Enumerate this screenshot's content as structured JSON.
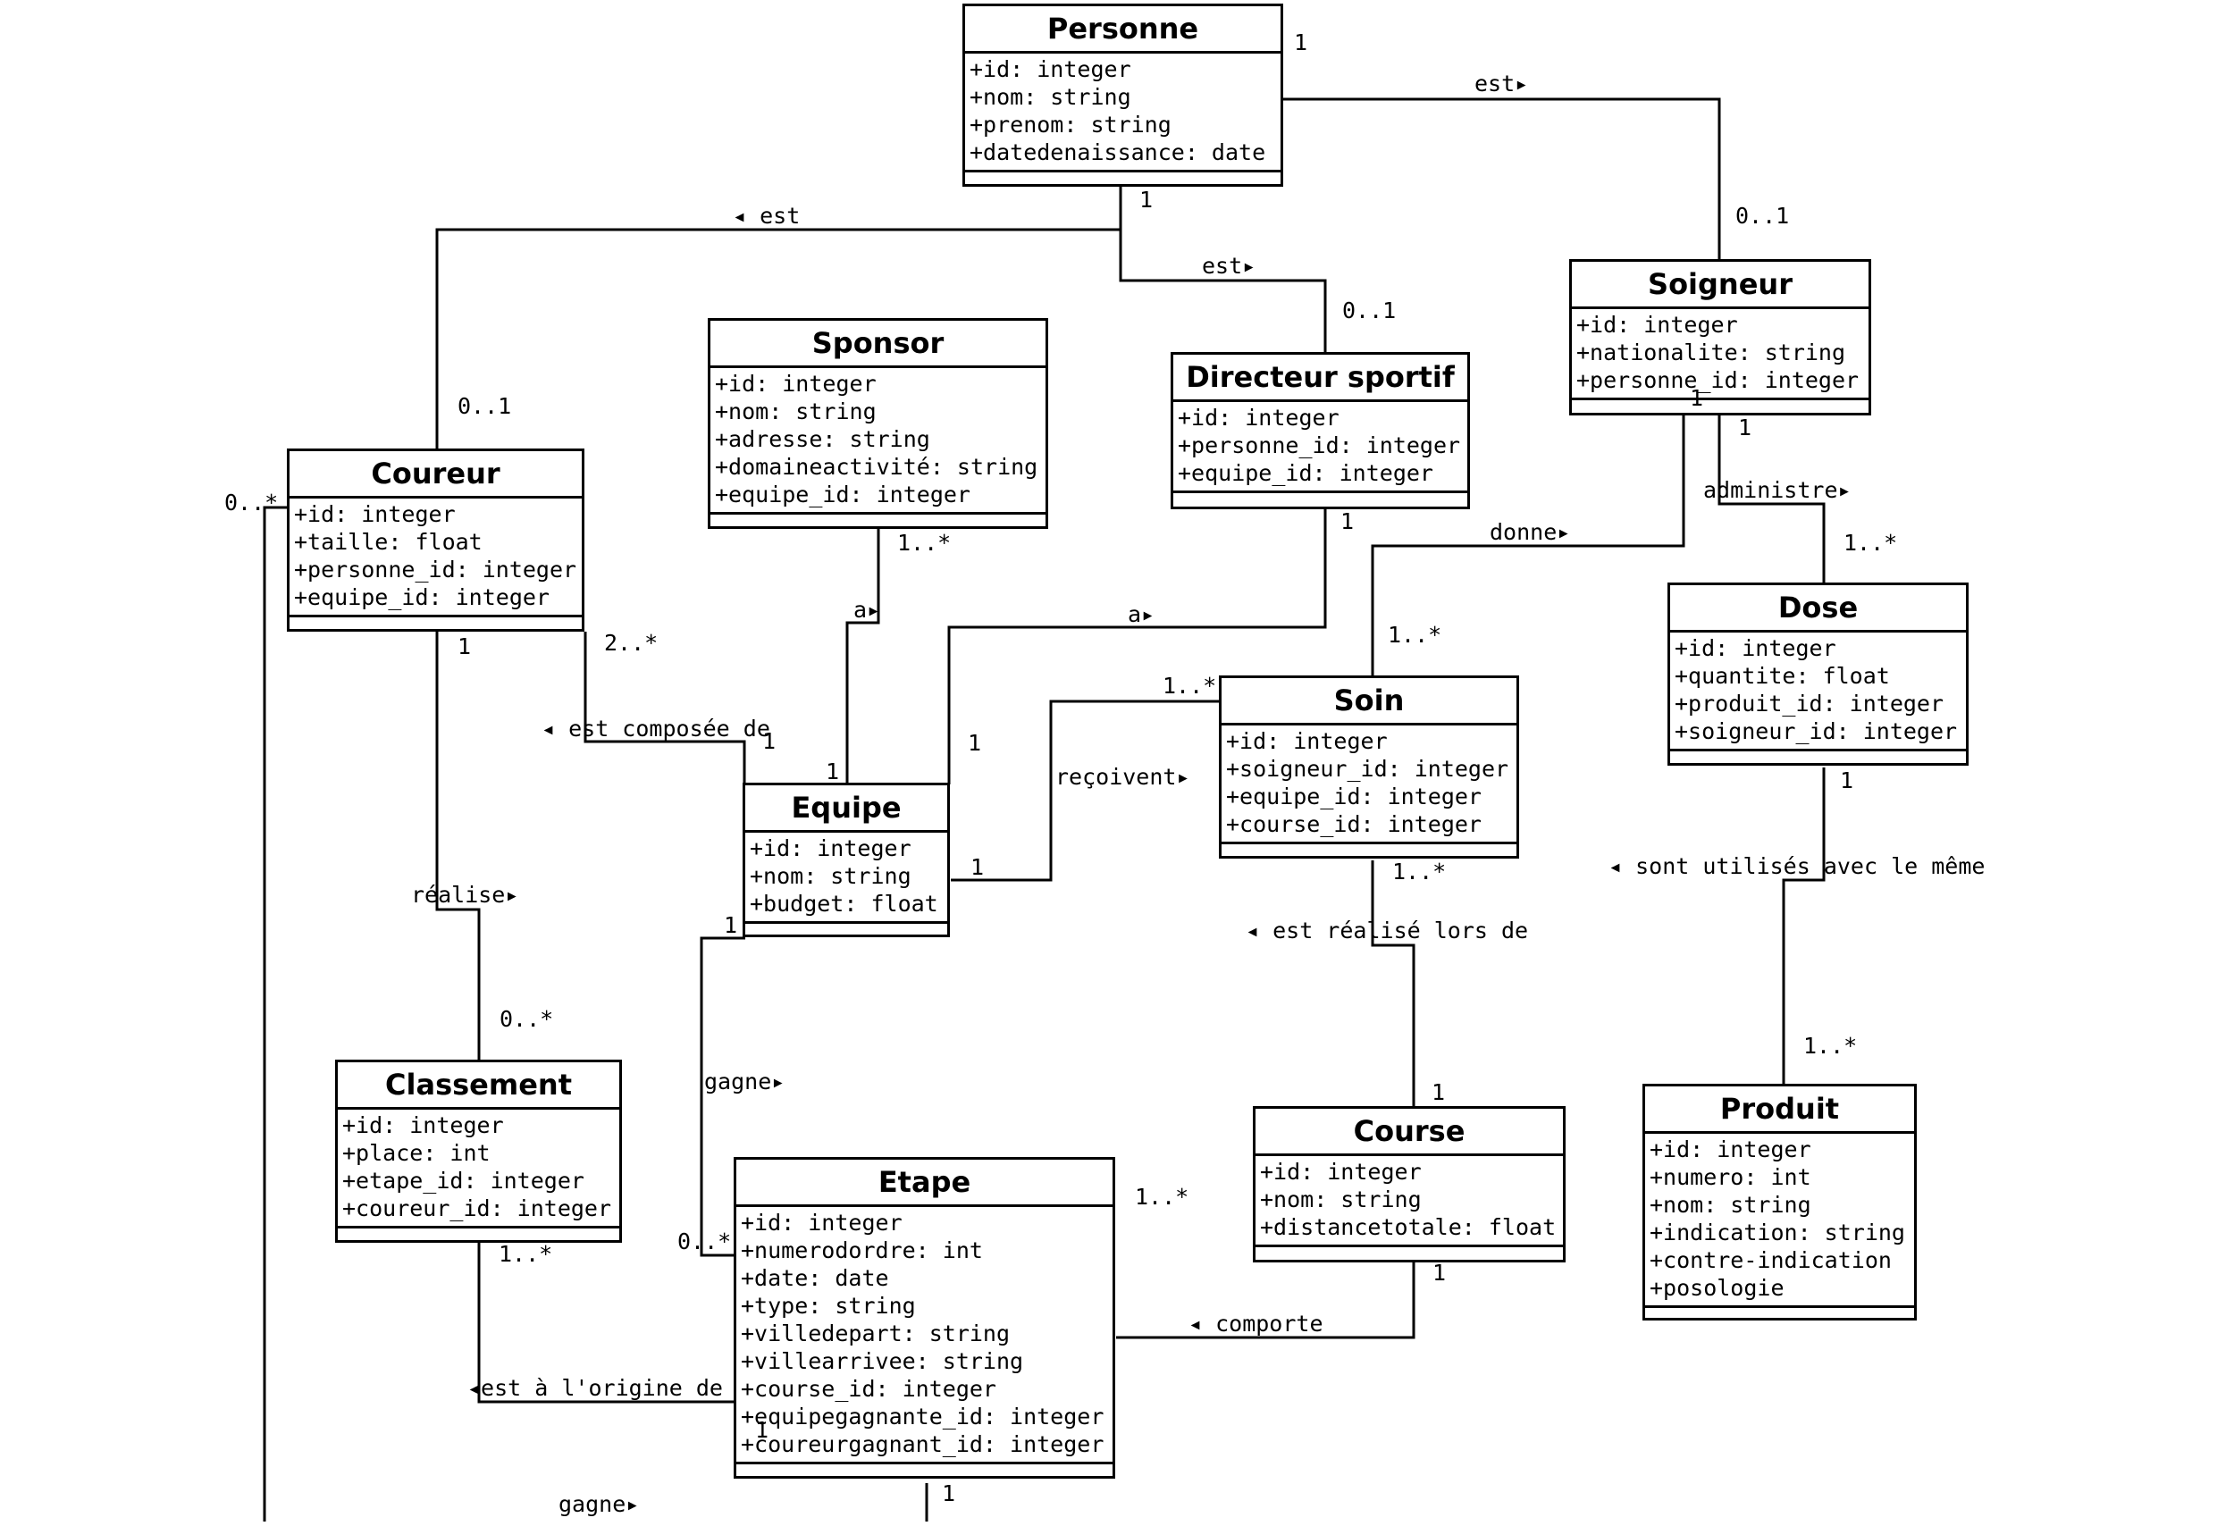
{
  "classes": {
    "personne": {
      "title": "Personne",
      "attrs": [
        "+id: integer",
        "+nom: string",
        "+prenom: string",
        "+datedenaissance: date"
      ]
    },
    "soigneur": {
      "title": "Soigneur",
      "attrs": [
        "+id: integer",
        "+nationalite: string",
        "+personne_id: integer"
      ]
    },
    "sponsor": {
      "title": "Sponsor",
      "attrs": [
        "+id: integer",
        "+nom: string",
        "+adresse: string",
        "+domaineactivité: string",
        "+equipe_id: integer"
      ]
    },
    "directeur": {
      "title": "Directeur sportif",
      "attrs": [
        "+id: integer",
        "+personne_id: integer",
        "+equipe_id: integer"
      ]
    },
    "coureur": {
      "title": "Coureur",
      "attrs": [
        "+id: integer",
        "+taille: float",
        "+personne_id: integer",
        "+equipe_id: integer"
      ]
    },
    "dose": {
      "title": "Dose",
      "attrs": [
        "+id: integer",
        "+quantite: float",
        "+produit_id: integer",
        "+soigneur_id: integer"
      ]
    },
    "soin": {
      "title": "Soin",
      "attrs": [
        "+id: integer",
        "+soigneur_id: integer",
        "+equipe_id: integer",
        "+course_id: integer"
      ]
    },
    "equipe": {
      "title": "Equipe",
      "attrs": [
        "+id: integer",
        "+nom: string",
        "+budget: float"
      ]
    },
    "classement": {
      "title": "Classement",
      "attrs": [
        "+id: integer",
        "+place: int",
        "+etape_id: integer",
        "+coureur_id: integer"
      ]
    },
    "course": {
      "title": "Course",
      "attrs": [
        "+id: integer",
        "+nom: string",
        "+distancetotale: float"
      ]
    },
    "produit": {
      "title": "Produit",
      "attrs": [
        "+id: integer",
        "+numero: int",
        "+nom: string",
        "+indication: string",
        "+contre-indication",
        "+posologie"
      ]
    },
    "etape": {
      "title": "Etape",
      "attrs": [
        "+id: integer",
        "+numerodordre: int",
        "+date: date",
        "+type: string",
        "+villedepart: string",
        "+villearrivee: string",
        "+course_id: integer",
        "+equipegagnante_id: integer",
        "+coureurgagnant_id: integer"
      ]
    }
  },
  "associations": {
    "personne_soigneur": {
      "label": "est▸",
      "m1": "1",
      "m2": "0..1"
    },
    "personne_coureur": {
      "label": "◂ est",
      "m1": "1",
      "m2": "0..1"
    },
    "personne_directeur": {
      "label": "est▸",
      "m2": "0..1"
    },
    "sponsor_equipe": {
      "label": "a▸",
      "m1": "1..*",
      "m2": "1"
    },
    "directeur_equipe": {
      "label": "a▸",
      "m1": "1",
      "m2": "1"
    },
    "coureur_equipe": {
      "label": "◂ est composée de",
      "m1": "2..*",
      "m2": "1"
    },
    "soigneur_soin": {
      "label": "donne▸",
      "m1": "1",
      "m2": "1..*"
    },
    "soigneur_dose": {
      "label": "administre▸",
      "m1": "1",
      "m2": "1..*"
    },
    "equipe_soin": {
      "label": "reçoivent▸",
      "m1": "1",
      "m2": "1..*"
    },
    "coureur_classement": {
      "label": "réalise▸",
      "m1": "1",
      "m2": "0..*"
    },
    "equipe_etape": {
      "label": "gagne▸",
      "m1": "1",
      "m2": "0..*"
    },
    "soin_course": {
      "label": "◂ est réalisé lors de",
      "m1": "1..*",
      "m2": "1"
    },
    "dose_produit": {
      "label": "◂ sont utilisés avec le même",
      "m1": "1",
      "m2": "1..*"
    },
    "classement_etape": {
      "label": "◂est à l'origine de",
      "m1": "1..*",
      "m2": "1"
    },
    "etape_course": {
      "label": "◂ comporte",
      "m1": "1..*",
      "m2": "1"
    },
    "coureur_etape": {
      "label": "gagne▸",
      "m1": "0..*",
      "m2": "1"
    }
  }
}
